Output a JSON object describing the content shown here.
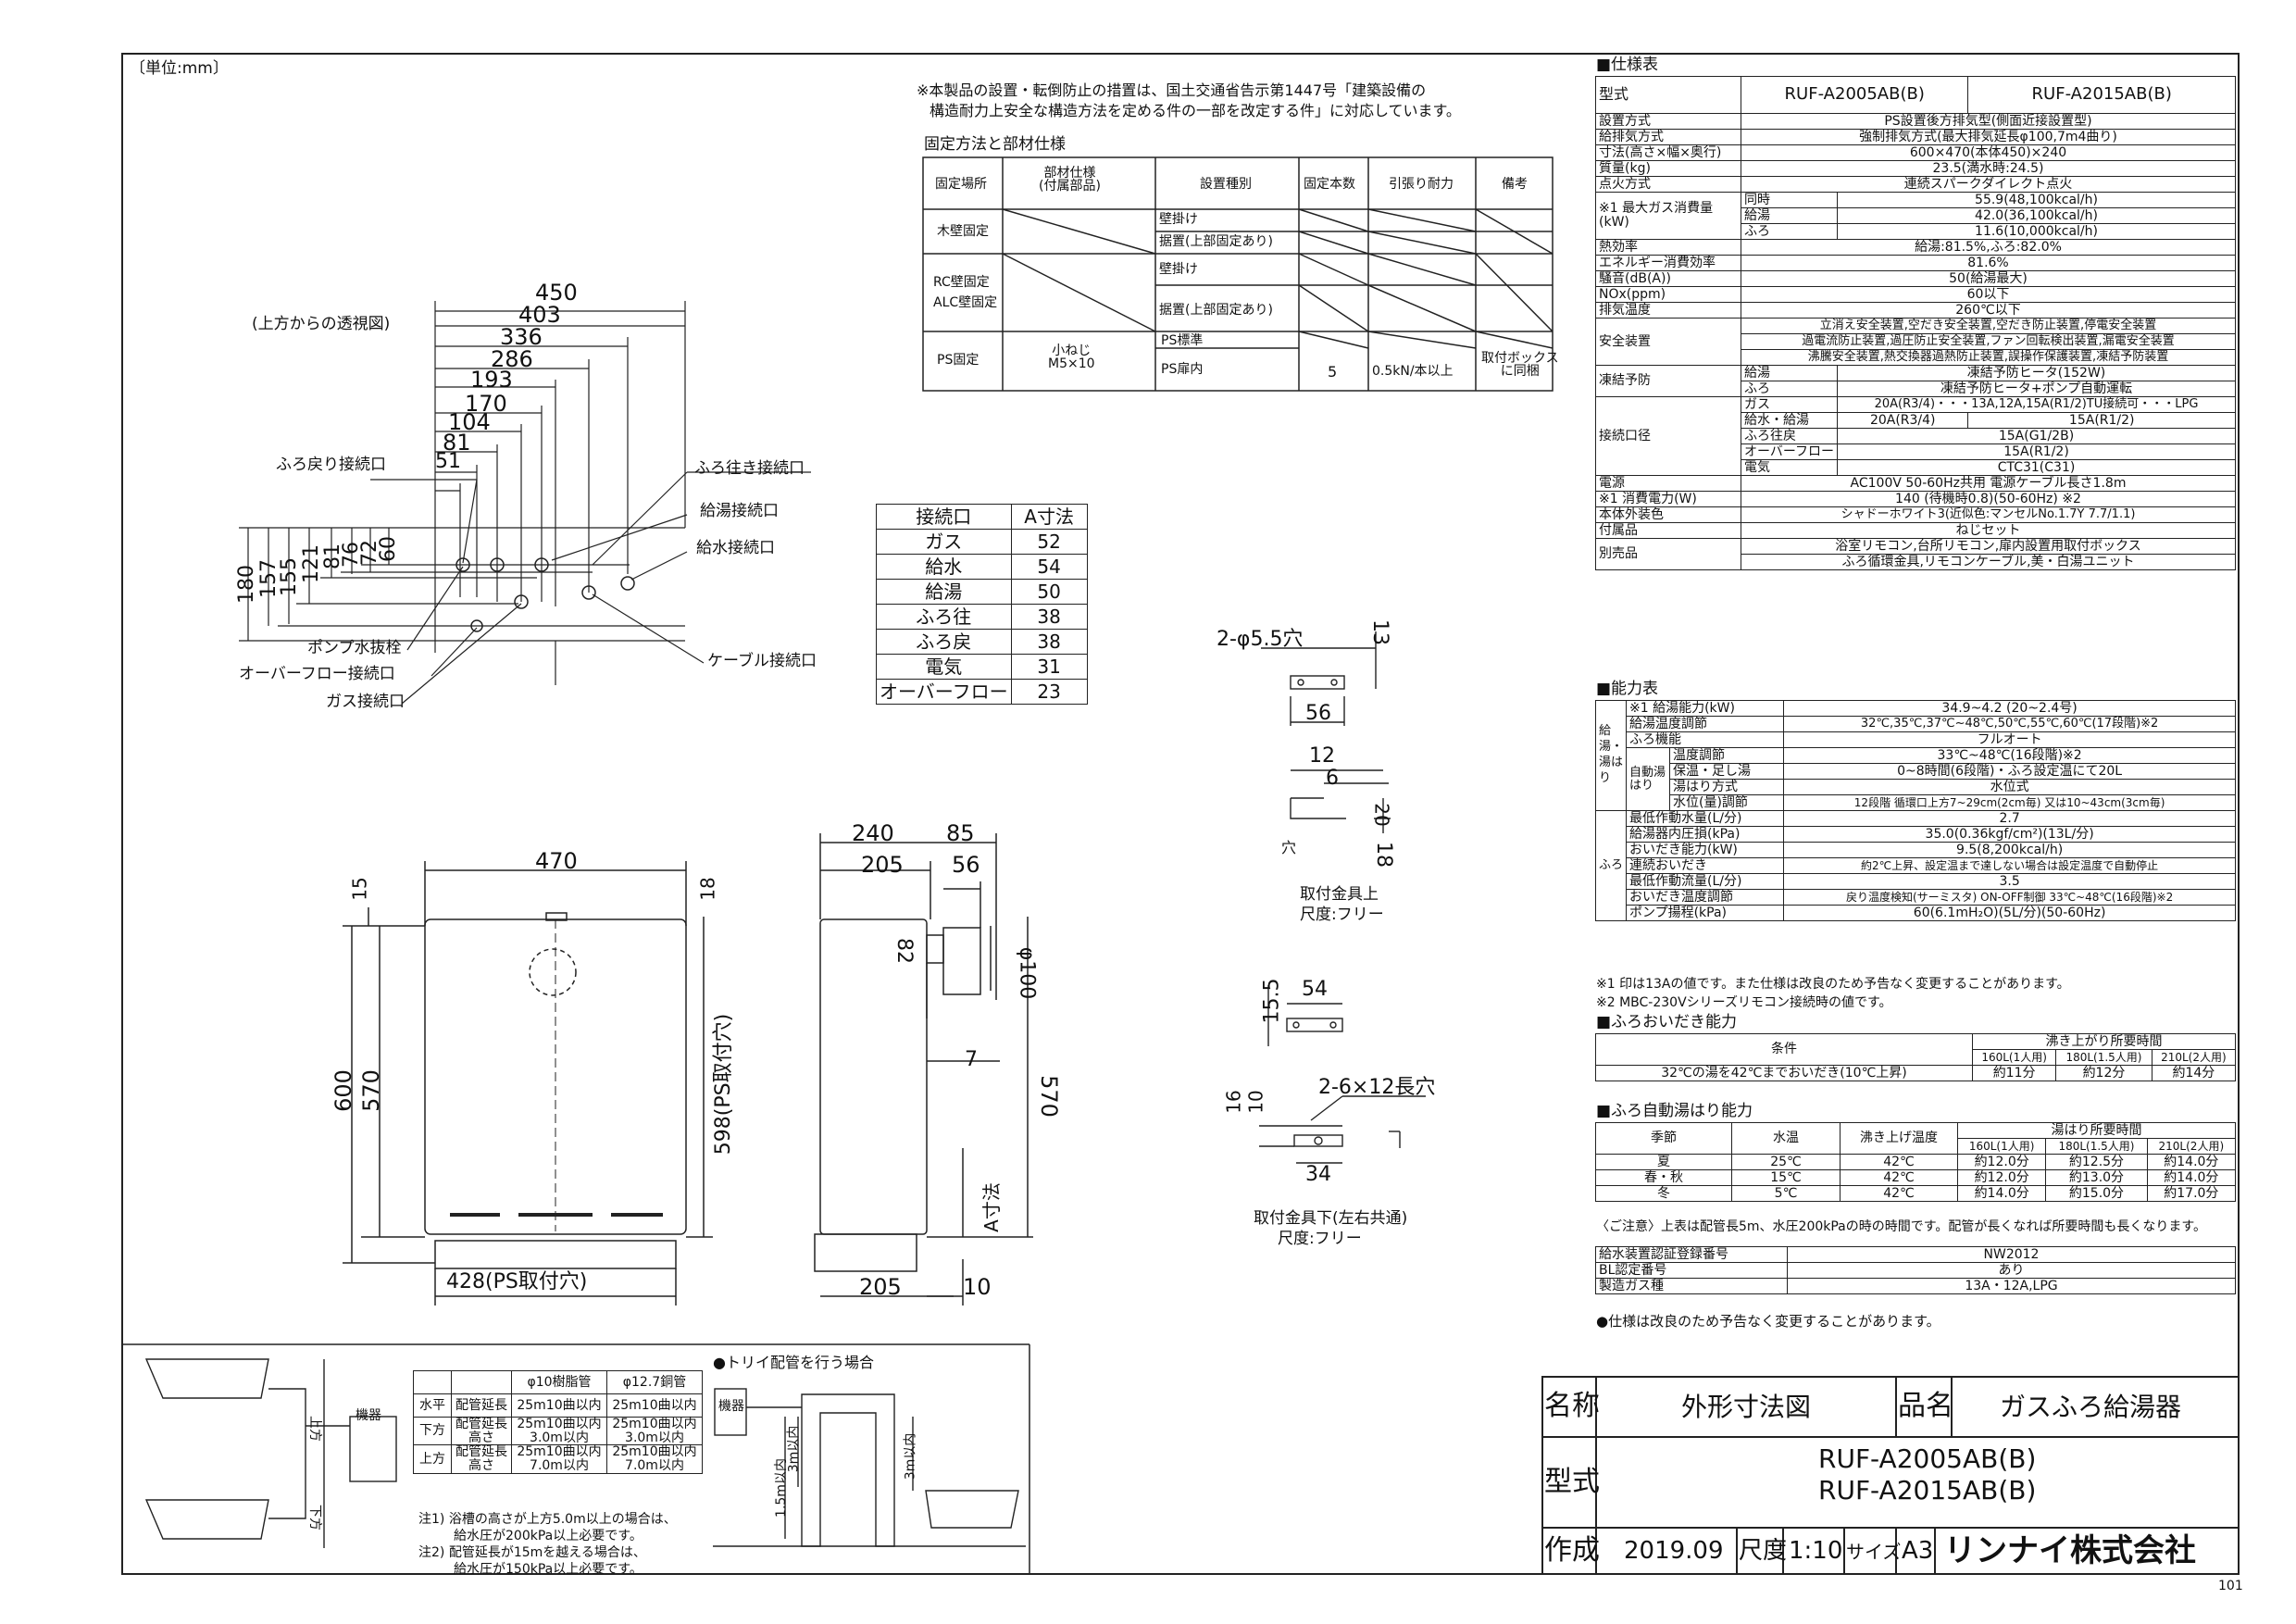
{
  "unit_label": "〔単位:mm〕",
  "notice": [
    "※本製品の設置・転倒防止の措置は、国土交通省告示第1447号「建築設備の",
    "構造耐力上安全な構造方法を定める件の一部を改定する件」に対応しています。"
  ],
  "fixing": {
    "title": "固定方法と部材仕様",
    "headers": [
      "固定場所",
      "部材仕様\n(付属部品)",
      "設置種別",
      "固定本数",
      "引張り耐力",
      "備考"
    ],
    "rows": [
      {
        "place": "木壁固定",
        "types": [
          "壁掛け",
          "据置(上部固定あり)"
        ]
      },
      {
        "place": "RC壁固定\nALC壁固定",
        "types": [
          "壁掛け",
          "据置(上部固定あり)"
        ]
      },
      {
        "place": "PS固定",
        "part": "小ねじ\nM5×10",
        "types": [
          "PS標準",
          "PS扉内"
        ],
        "count": "5",
        "strength": "0.5kN/本以上",
        "note": "取付ボックス\nに同梱"
      }
    ]
  },
  "top_view": {
    "title": "(上方からの透視図)",
    "dims_h": [
      "450",
      "403",
      "336",
      "286",
      "193",
      "170",
      "104",
      "81",
      "51"
    ],
    "dims_v": [
      "180",
      "157",
      "155",
      "121",
      "81",
      "76",
      "72",
      "60"
    ],
    "labels_left": [
      "ふろ戻り接続口",
      "ポンプ水抜栓",
      "オーバーフロー接続口",
      "ガス接続口"
    ],
    "labels_right": [
      "ふろ往き接続口",
      "給湯接続口",
      "給水接続口",
      "ケーブル接続口"
    ]
  },
  "conn_table": {
    "headers": [
      "接続口",
      "A寸法"
    ],
    "rows": [
      [
        "ガス",
        "52"
      ],
      [
        "給水",
        "54"
      ],
      [
        "給湯",
        "50"
      ],
      [
        "ふろ往",
        "38"
      ],
      [
        "ふろ戻",
        "38"
      ],
      [
        "電気",
        "31"
      ],
      [
        "オーバーフロー",
        "23"
      ]
    ]
  },
  "bracket_upper": {
    "hole": "2-φ5.5穴",
    "dims": [
      "13",
      "56",
      "12",
      "6",
      "20",
      "18"
    ],
    "hole_label": "穴",
    "caption": "取付金具上",
    "scale": "尺度:フリー"
  },
  "bracket_lower": {
    "hole": "2-6×12長穴",
    "dims": [
      "15.5",
      "54",
      "16",
      "10",
      "34"
    ],
    "caption": "取付金具下(左右共通)",
    "scale": "尺度:フリー"
  },
  "front_view": {
    "dims": [
      "470",
      "15",
      "18",
      "600",
      "570",
      "598(PS取付穴)",
      "428(PS取付穴)"
    ]
  },
  "side_view": {
    "dims": [
      "240",
      "85",
      "205",
      "56",
      "82",
      "φ100",
      "7",
      "570",
      "A寸法",
      "205",
      "10"
    ]
  },
  "spec": {
    "title": "■仕様表",
    "model_label": "型式",
    "models": [
      "RUF-A2005AB(B)",
      "RUF-A2015AB(B)"
    ],
    "rows": [
      [
        "設置方式",
        "PS設置後方排気型(側面近接設置型)"
      ],
      [
        "給排気方式",
        "強制排気方式(最大排気延長φ100,7m4曲り)"
      ],
      [
        "寸法(高さ×幅×奥行)",
        "600×470(本体450)×240"
      ],
      [
        "質量(kg)",
        "23.5(満水時:24.5)"
      ],
      [
        "点火方式",
        "連続スパークダイレクト点火"
      ]
    ],
    "gas_label": "※1 最大ガス消費量(kW)",
    "gas_rows": [
      [
        "同時",
        "55.9(48,100kcal/h)"
      ],
      [
        "給湯",
        "42.0(36,100kcal/h)"
      ],
      [
        "ふろ",
        "11.6(10,000kcal/h)"
      ]
    ],
    "rows2": [
      [
        "熱効率",
        "給湯:81.5%,ふろ:82.0%"
      ],
      [
        "エネルギー消費効率",
        "81.6%"
      ],
      [
        "騒音(dB(A))",
        "50(給湯最大)"
      ],
      [
        "NOx(ppm)",
        "60以下"
      ],
      [
        "排気温度",
        "260℃以下"
      ]
    ],
    "safety_label": "安全装置",
    "safety": [
      "立消え安全装置,空だき安全装置,空だき防止装置,停電安全装置",
      "過電流防止装置,過圧防止安全装置,ファン回転検出装置,漏電安全装置",
      "沸騰安全装置,熱交換器過熱防止装置,誤操作保護装置,凍結予防装置"
    ],
    "freeze_label": "凍結予防",
    "freeze": [
      [
        "給湯",
        "凍結予防ヒータ(152W)"
      ],
      [
        "ふろ",
        "凍結予防ヒータ+ポンプ自動運転"
      ]
    ],
    "connect_label": "接続口径",
    "connect": [
      [
        "ガス",
        "20A(R3/4)・・・13A,12A,15A(R1/2)TU接続可・・・LPG"
      ],
      [
        "給水・給湯",
        "20A(R3/4)",
        "15A(R1/2)"
      ],
      [
        "ふろ往戻",
        "15A(G1/2B)"
      ],
      [
        "オーバーフロー",
        "15A(R1/2)"
      ],
      [
        "電気",
        "CTC31(C31)"
      ]
    ],
    "rows3": [
      [
        "電源",
        "AC100V 50-60Hz共用 電源ケーブル長さ1.8m"
      ],
      [
        "※1 消費電力(W)",
        "140 (待機時0.8)(50-60Hz) ※2"
      ],
      [
        "本体外装色",
        "シャドーホワイト3(近似色:マンセルNo.1.7Y 7.7/1.1)"
      ],
      [
        "付属品",
        "ねじセット"
      ],
      [
        "別売品",
        "浴室リモコン,台所リモコン,扉内設置用取付ボックス"
      ]
    ],
    "extra": "ふろ循環金具,リモコンケーブル,美・白湯ユニット"
  },
  "ability": {
    "title": "■能力表",
    "rows": [
      [
        "※1 給湯能力(kW)",
        "34.9~4.2 (20~2.4号)"
      ],
      [
        "給湯温度調節",
        "32℃,35℃,37℃~48℃,50℃,55℃,60℃(17段階)※2"
      ],
      [
        "ふろ機能",
        "フルオート"
      ],
      [
        "温度調節",
        "33℃~48℃(16段階)※2"
      ],
      [
        "保温・足し湯",
        "0~8時間(6段階)・ふろ設定温にて20L"
      ],
      [
        "湯はり方式",
        "水位式"
      ],
      [
        "水位(量)調節",
        "12段階 循環口上方7~29cm(2cm毎) 又は10~43cm(3cm毎)"
      ],
      [
        "最低作動水量(L/分)",
        "2.7"
      ],
      [
        "給湯器内圧損(kPa)",
        "35.0(0.36kgf/cm²)(13L/分)"
      ],
      [
        "おいだき能力(kW)",
        "9.5(8,200kcal/h)"
      ],
      [
        "連続おいだき",
        "約2℃上昇、設定温まで達しない場合は設定温度で自動停止"
      ],
      [
        "最低作動流量(L/分)",
        "3.5"
      ],
      [
        "おいだき温度調節",
        "戻り温度検知(サーミスタ) ON-OFF制御 33℃~48℃(16段階)※2"
      ],
      [
        "ポンプ揚程(kPa)",
        "60(6.1mH₂O)(5L/分)(50-60Hz)"
      ]
    ],
    "side_labels": [
      "給湯・湯はり",
      "ふろ"
    ],
    "sub_label": "自動湯はり",
    "notes": [
      "※1 印は13Aの値です。また仕様は改良のため予告なく変更することがあります。",
      "※2 MBC-230Vシリーズリモコン接続時の値です。"
    ]
  },
  "reheat": {
    "title": "■ふろおいだき能力",
    "cond_label": "条件",
    "time_label": "沸き上がり所要時間",
    "cols": [
      "160L(1人用)",
      "180L(1.5人用)",
      "210L(2人用)"
    ],
    "row": [
      "32℃の湯を42℃までおいだき(10℃上昇)",
      "約11分",
      "約12分",
      "約14分"
    ]
  },
  "autofill": {
    "title": "■ふろ自動湯はり能力",
    "headers": [
      "季節",
      "水温",
      "沸き上げ温度",
      "湯はり所要時間"
    ],
    "cols": [
      "160L(1人用)",
      "180L(1.5人用)",
      "210L(2人用)"
    ],
    "rows": [
      [
        "夏",
        "25℃",
        "42℃",
        "約12.0分",
        "約12.5分",
        "約14.0分"
      ],
      [
        "春・秋",
        "15℃",
        "42℃",
        "約12.0分",
        "約13.0分",
        "約14.0分"
      ],
      [
        "冬",
        "5℃",
        "42℃",
        "約14.0分",
        "約15.0分",
        "約17.0分"
      ]
    ],
    "note": "〈ご注意〉上表は配管長5m、水圧200kPaの時の時間です。配管が長くなれば所要時間も長くなります。"
  },
  "cert": [
    [
      "給水装置認証登録番号",
      "NW2012"
    ],
    [
      "BL認定番号",
      "あり"
    ],
    [
      "製造ガス種",
      "13A・12A,LPG"
    ]
  ],
  "cert_note": "●仕様は改良のため予告なく変更することがあります。",
  "piping": {
    "headers": [
      "",
      "",
      "φ10樹脂管",
      "φ12.7銅管"
    ],
    "rows": [
      [
        "水平",
        "配管延長",
        "25m10曲以内",
        "25m10曲以内"
      ],
      [
        "下方",
        "配管延長\n高さ",
        "25m10曲以内\n3.0m以内",
        "25m10曲以内\n3.0m以内"
      ],
      [
        "上方",
        "配管延長\n高さ",
        "25m10曲以内\n7.0m以内",
        "25m10曲以内\n7.0m以内"
      ]
    ],
    "notes": [
      "注1) 浴槽の高さが上方5.0m以上の場合は、",
      "給水圧が200kPa以上必要です。",
      "注2) 配管延長が15mを越える場合は、",
      "給水圧が150kPa以上必要です。"
    ],
    "trap_title": "●トリイ配管を行う場合",
    "labels": [
      "機器",
      "上方",
      "下方",
      "1.5m以内",
      "3m以内",
      "3m以内"
    ]
  },
  "title_block": {
    "name_label": "名称",
    "name": "外形寸法図",
    "product_label": "品名",
    "product": "ガスふろ給湯器",
    "model_label": "型式",
    "models": [
      "RUF-A2005AB(B)",
      "RUF-A2015AB(B)"
    ],
    "made_label": "作成",
    "date": "2019.09",
    "scale_label": "尺度",
    "scale": "1:10",
    "size_label": "サイズ",
    "size": "A3",
    "company": "リンナイ株式会社"
  },
  "page_no": "101"
}
